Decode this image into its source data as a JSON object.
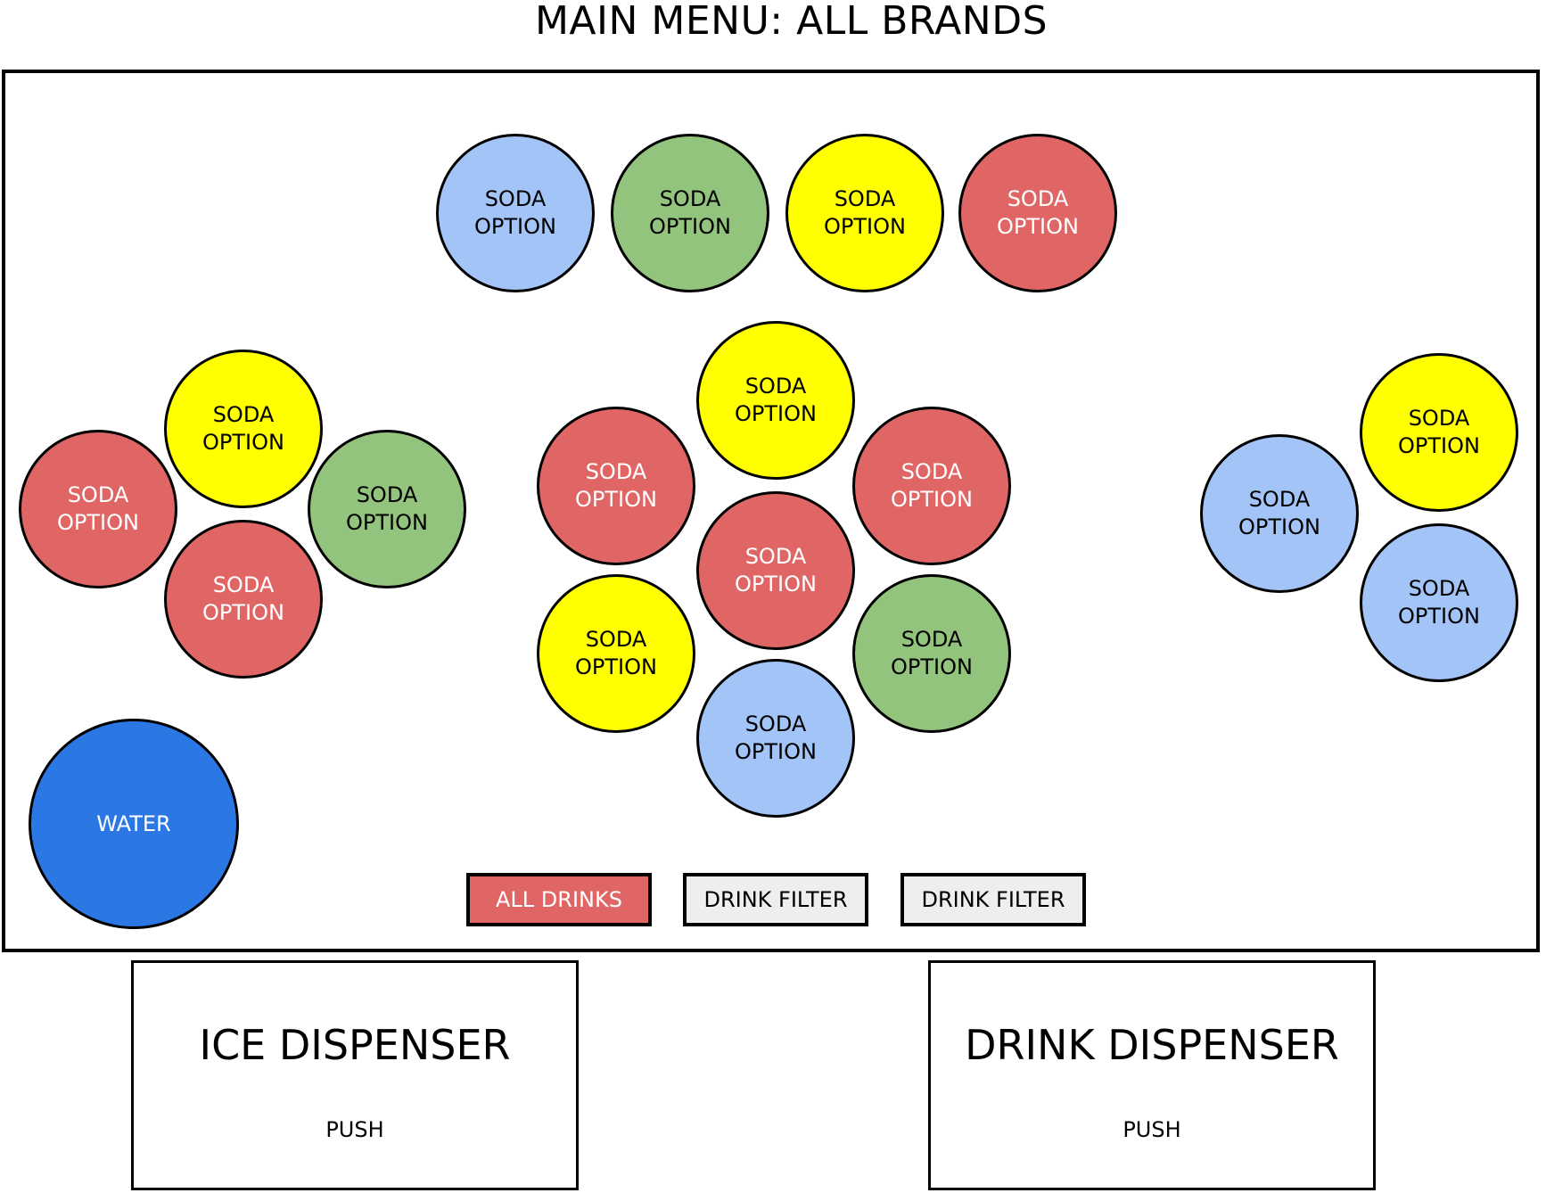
{
  "page": {
    "title": "MAIN MENU: ALL BRANDS"
  },
  "colors": {
    "blue": "#a3c4f7",
    "green": "#93c47d",
    "yellow": "#ffff00",
    "red": "#e06666",
    "water": "#2b78e4",
    "filter_inactive": "#eeeeee"
  },
  "drinks": {
    "top_row": [
      {
        "line1": "SODA",
        "line2": "OPTION",
        "color": "blue"
      },
      {
        "line1": "SODA",
        "line2": "OPTION",
        "color": "green"
      },
      {
        "line1": "SODA",
        "line2": "OPTION",
        "color": "yellow"
      },
      {
        "line1": "SODA",
        "line2": "OPTION",
        "color": "red"
      }
    ],
    "left_cluster": [
      {
        "line1": "SODA",
        "line2": "OPTION",
        "color": "yellow"
      },
      {
        "line1": "SODA",
        "line2": "OPTION",
        "color": "red"
      },
      {
        "line1": "SODA",
        "line2": "OPTION",
        "color": "green"
      },
      {
        "line1": "SODA",
        "line2": "OPTION",
        "color": "red"
      }
    ],
    "center_cluster": [
      {
        "line1": "SODA",
        "line2": "OPTION",
        "color": "yellow"
      },
      {
        "line1": "SODA",
        "line2": "OPTION",
        "color": "red"
      },
      {
        "line1": "SODA",
        "line2": "OPTION",
        "color": "red"
      },
      {
        "line1": "SODA",
        "line2": "OPTION",
        "color": "red"
      },
      {
        "line1": "SODA",
        "line2": "OPTION",
        "color": "yellow"
      },
      {
        "line1": "SODA",
        "line2": "OPTION",
        "color": "green"
      },
      {
        "line1": "SODA",
        "line2": "OPTION",
        "color": "blue"
      }
    ],
    "right_cluster": [
      {
        "line1": "SODA",
        "line2": "OPTION",
        "color": "yellow"
      },
      {
        "line1": "SODA",
        "line2": "OPTION",
        "color": "blue"
      },
      {
        "line1": "SODA",
        "line2": "OPTION",
        "color": "blue"
      }
    ],
    "water": {
      "label": "WATER",
      "color": "water"
    }
  },
  "filters": [
    {
      "label": "ALL DRINKS",
      "active": true
    },
    {
      "label": "DRINK FILTER",
      "active": false
    },
    {
      "label": "DRINK FILTER",
      "active": false
    }
  ],
  "dispensers": {
    "ice": {
      "title": "ICE DISPENSER",
      "action": "PUSH"
    },
    "drink": {
      "title": "DRINK DISPENSER",
      "action": "PUSH"
    }
  }
}
